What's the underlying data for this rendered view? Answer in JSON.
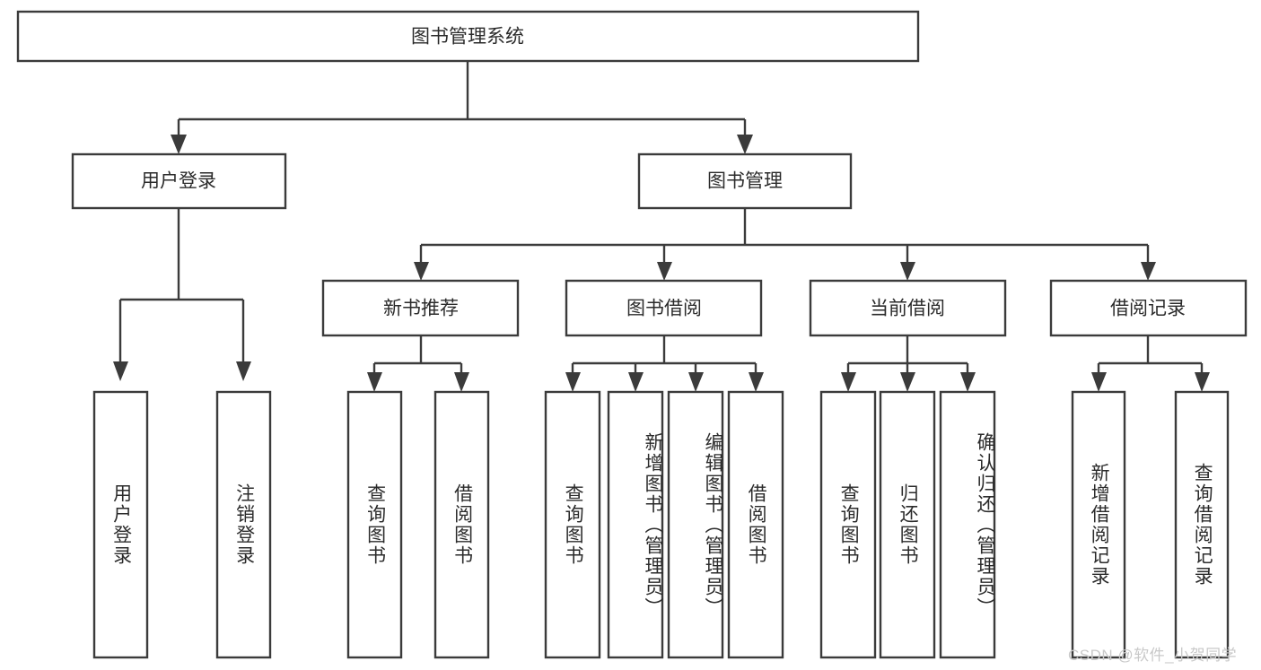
{
  "diagram": {
    "title": "图书管理系统",
    "type": "hierarchy-tree",
    "colors": {
      "stroke": "#3b3b3b",
      "fill": "#ffffff",
      "text": "#2b2b2b",
      "watermark": "#c9c9c9",
      "background": "#ffffff"
    },
    "root": {
      "label": "图书管理系统"
    },
    "level2": [
      {
        "label": "用户登录"
      },
      {
        "label": "图书管理"
      }
    ],
    "level3": [
      {
        "label": "新书推荐"
      },
      {
        "label": "图书借阅"
      },
      {
        "label": "当前借阅"
      },
      {
        "label": "借阅记录"
      }
    ],
    "leaves": {
      "user_login": [
        {
          "label": "用户登录"
        },
        {
          "label": "注销登录"
        }
      ],
      "new_book_recommend": [
        {
          "label": "查询图书"
        },
        {
          "label": "借阅图书"
        }
      ],
      "book_borrow": [
        {
          "label": "查询图书"
        },
        {
          "label": "新增图书（管理员）"
        },
        {
          "label": "编辑图书（管理员）"
        },
        {
          "label": "借阅图书"
        }
      ],
      "current_borrow": [
        {
          "label": "查询图书"
        },
        {
          "label": "归还图书"
        },
        {
          "label": "确认归还（管理员）"
        }
      ],
      "borrow_record": [
        {
          "label": "新增借阅记录"
        },
        {
          "label": "查询借阅记录"
        }
      ]
    }
  },
  "watermark": {
    "text": "CSDN @软件_小贺同学"
  }
}
